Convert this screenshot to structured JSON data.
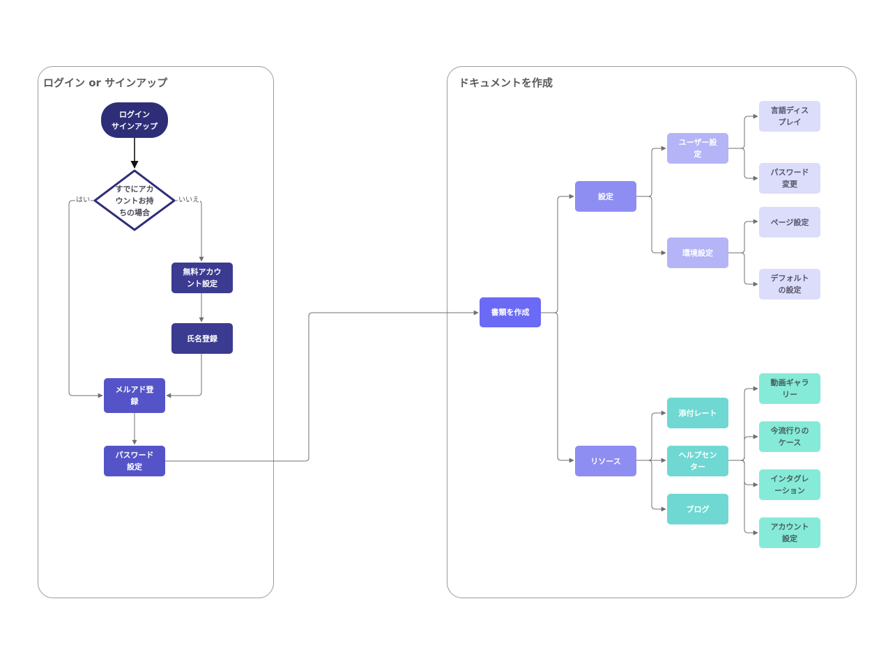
{
  "panels": {
    "login": {
      "title": "ログイン or サインアップ"
    },
    "document": {
      "title": "ドキュメントを作成"
    }
  },
  "login_flow": {
    "start": "ログイン\nサインアップ",
    "decision": "すでにアカ\nウントお持\nちの場合",
    "yes_label": "はい",
    "no_label": "いいえ",
    "free_account": "無料アカウ\nント設定",
    "name_registration": "氏名登録",
    "email_registration": "メルアド登\n録",
    "password_setting": "パスワード\n設定"
  },
  "document_tree": {
    "root": "書類を作成",
    "settings": {
      "label": "設定",
      "user_settings": {
        "label": "ユーザー設\n定",
        "children": [
          "言語ディス\nプレイ",
          "パスワード\n変更"
        ]
      },
      "environment_settings": {
        "label": "環境設定",
        "children": [
          "ページ設定",
          "デフォルト\nの設定"
        ]
      }
    },
    "resources": {
      "label": "リソース",
      "attachment_rate": "添付レート",
      "help_center": {
        "label": "ヘルプセン\nター",
        "children": [
          "動画ギャラ\nリー",
          "今流行りの\nケース",
          "インタグレ\nーション",
          "アカウント\n設定"
        ]
      },
      "blog": "ブログ"
    }
  },
  "colors": {
    "start_pill": "#2e2e78",
    "dark_step": "#3b3b91",
    "indigo_step": "#5454c8",
    "root": "#6a6af5",
    "level2": "#8d8df2",
    "level3": "#b4b4f7",
    "level4": "#dcdcfb",
    "teal_level3": "#6fd8d2",
    "teal_level4": "#86ead8",
    "connector": "#6f6f6f"
  }
}
